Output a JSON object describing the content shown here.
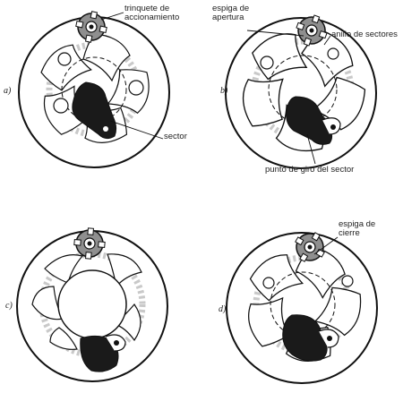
{
  "labels": {
    "trinquete": "trinquete de\naccionamiento",
    "sector": "sector",
    "espiga_apertura": "espiga de\napertura",
    "anillo": "anillo de sectores",
    "punto_giro": "punto de giro del sector",
    "espiga_cierre": "espiga de\ncierre"
  },
  "panels": {
    "a": "a)",
    "b": "b)",
    "c": "c)",
    "d": "d)"
  },
  "colors": {
    "line": "#111111",
    "dark_fill": "#1a1a1a",
    "gear_fill": "#8f8f8f",
    "ring_tone": "#c9c9c9",
    "paper": "#ffffff"
  }
}
